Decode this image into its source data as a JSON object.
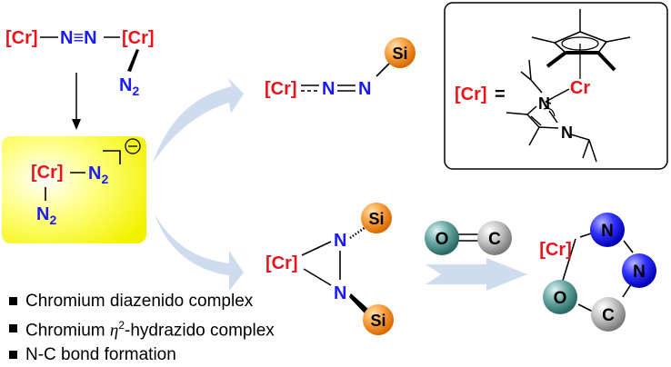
{
  "top_left": {
    "cr_left": "[Cr]",
    "n_triple": "N≡N",
    "cr_right": "[Cr]",
    "n2_bottom": "N",
    "n2_sub": "2"
  },
  "highlight_box": {
    "cr": "[Cr]",
    "n_right": "N",
    "n_right_sub": "2",
    "n_bottom": "N",
    "n_bottom_sub": "2",
    "charge": "⊖",
    "color": "#ffff33"
  },
  "diazenido": {
    "cr": "[Cr]",
    "n1": "N",
    "n2": "N",
    "si": "Si"
  },
  "legend_box": {
    "cr_label": "[Cr]",
    "equals": "=",
    "metal": "Cr",
    "n1": "N",
    "n2": "N"
  },
  "hydrazido": {
    "cr": "[Cr]",
    "n_top": "N",
    "n_bottom": "N",
    "si_top": "Si",
    "si_bottom": "Si"
  },
  "co_molecule": {
    "o": "O",
    "c": "C"
  },
  "ring_product": {
    "cr": "[Cr]",
    "n1": "N",
    "n2": "N",
    "c": "C",
    "o": "O"
  },
  "bullets": [
    {
      "text": "Chromium diazenido complex"
    },
    {
      "prefix": "Chromium ",
      "eta": "η",
      "sup": "2",
      "suffix": "-hydrazido complex"
    },
    {
      "text": "N-C bond formation"
    }
  ],
  "colors": {
    "chromium_red": "#e8141c",
    "nitrogen_blue": "#1a1aff",
    "silicon_orange": "#f08c1e",
    "oxygen_teal": "#3d8a86",
    "carbon_gray": "#9a9a9a",
    "arrow_pale_blue": "#cfdcee"
  }
}
